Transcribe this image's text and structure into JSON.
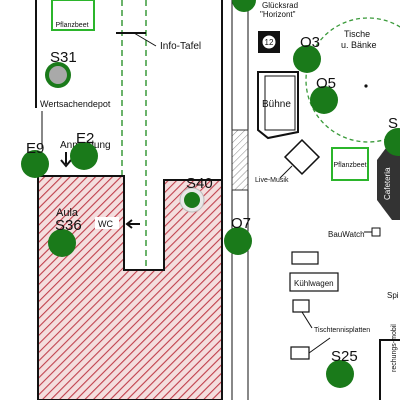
{
  "markers": [
    {
      "id": "S31",
      "label": "S31",
      "kind": "grey-ring"
    },
    {
      "id": "E9",
      "label": "E9",
      "kind": "green"
    },
    {
      "id": "E2",
      "label": "E2",
      "kind": "green"
    },
    {
      "id": "S36",
      "label": "S36",
      "kind": "green"
    },
    {
      "id": "S40",
      "label": "S40",
      "kind": "green-ring"
    },
    {
      "id": "O7",
      "label": "O7",
      "kind": "green"
    },
    {
      "id": "O3",
      "label": "O3",
      "kind": "green"
    },
    {
      "id": "O5",
      "label": "O5",
      "kind": "green"
    },
    {
      "id": "S25",
      "label": "S25",
      "kind": "green"
    },
    {
      "id": "S-edge",
      "label": "S",
      "kind": "green"
    }
  ],
  "labels": {
    "pflanzbeet_left": "Pflanzbeet",
    "pflanzbeet_right": "Pflanzbeet",
    "info_tafel": "Info-Tafel",
    "wertsachendepot": "Wertsachendepot",
    "anmeldung": "Anmeldung",
    "aula": "Aula",
    "wc": "WC",
    "glucksrad": "Glücksrad",
    "horizont": "\"Horizont\"",
    "bix_number": "12",
    "tische": "Tische",
    "baenke": "u. Bänke",
    "buehne": "Bühne",
    "live_musik": "Live-Musik",
    "cafeteria": "Cafeteria",
    "bauwatch": "BauWatch",
    "kuehlwagen": "Kühlwagen",
    "tischtennis": "Tischtennisplatten",
    "spi": "Spi",
    "rechungs_mobil": "rechungs-mobil"
  },
  "colors": {
    "marker_green": "#1a7a1a",
    "hatch_red": "#c0404c",
    "hatch_bg": "#f4dede",
    "pflanzbeet_border": "#2bb52b",
    "dashed_green": "#3a9a3a",
    "marker_grey": "#9a9a9a"
  }
}
